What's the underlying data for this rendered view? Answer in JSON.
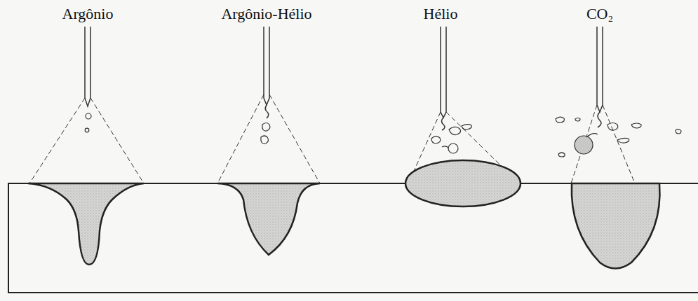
{
  "diagram": {
    "labels": [
      "Argônio",
      "Argônio-Hélio",
      "Hélio",
      "CO₂"
    ]
  }
}
